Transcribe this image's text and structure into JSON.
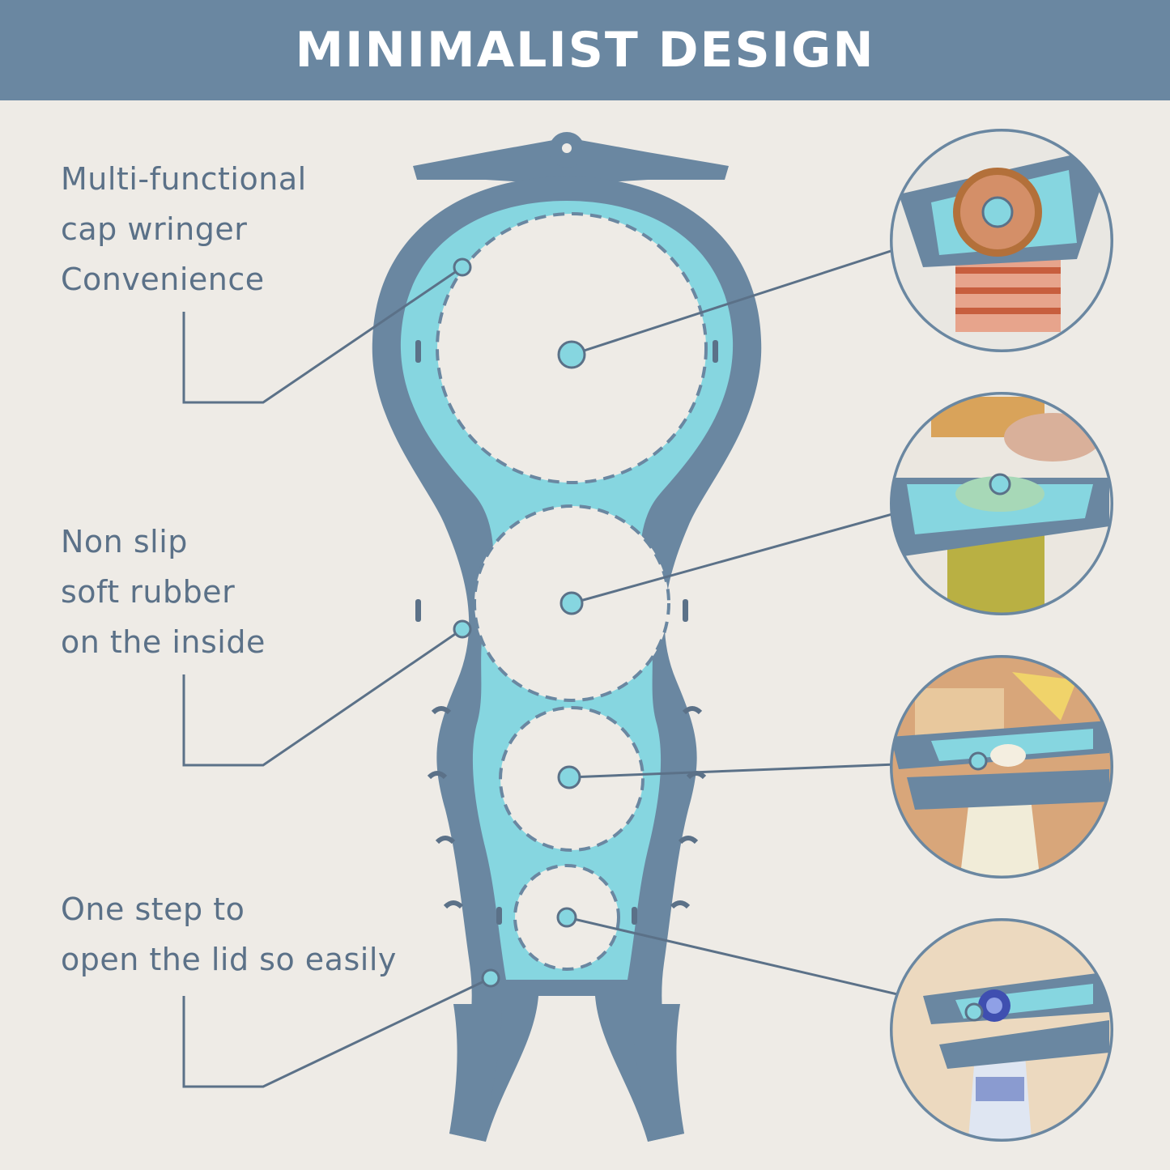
{
  "banner": {
    "title": "MINIMALIST DESIGN"
  },
  "features": [
    {
      "lines": [
        "Multi-functional",
        "cap wringer",
        "Convenience"
      ]
    },
    {
      "lines": [
        "Non slip",
        "soft rubber",
        "on the inside"
      ]
    },
    {
      "lines": [
        "One step to",
        "open the lid so easily"
      ]
    }
  ],
  "colors": {
    "banner": "#6a87a1",
    "text": "#5b7188",
    "tool_outer": "#6a87a1",
    "tool_inner": "#86d6e0",
    "background": "#eeebe6"
  },
  "photos": [
    {
      "name": "large-jar-lid-photo",
      "icon": "jar-lid"
    },
    {
      "name": "medium-jar-photo",
      "icon": "glass-jar"
    },
    {
      "name": "milk-bottle-photo",
      "icon": "milk-bottle"
    },
    {
      "name": "water-bottle-photo",
      "icon": "water-bottle"
    }
  ]
}
